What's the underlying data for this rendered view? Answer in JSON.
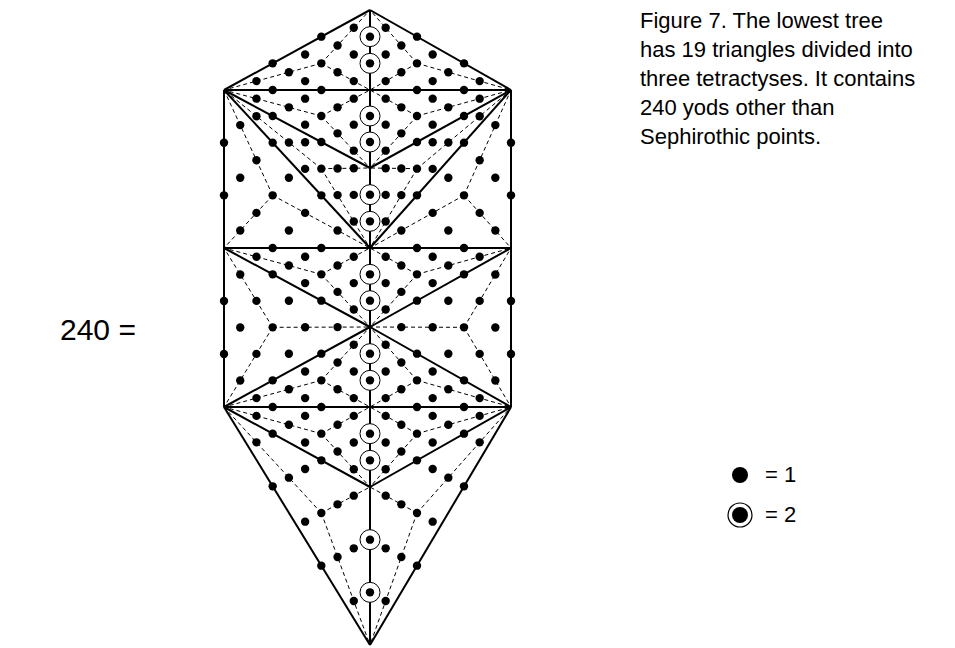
{
  "diagram": {
    "caption": "Figure 7. The lowest tree has 19 triangles divided into three tetractyses. It contains 240 yods other than Sephirothic points.",
    "labels": [
      "240 ="
    ],
    "legend": [
      {
        "text": "= 1"
      },
      {
        "text": "= 2"
      }
    ]
  }
}
